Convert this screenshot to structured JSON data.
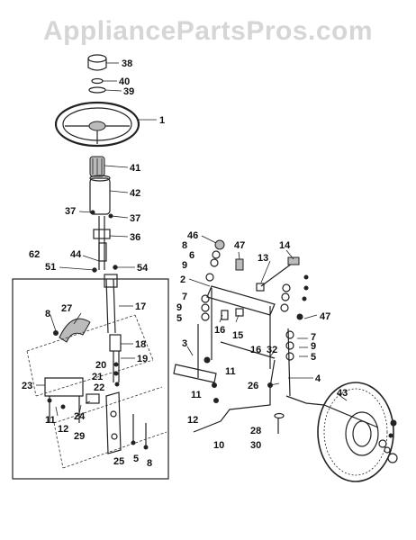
{
  "watermark": "AppliancePartsPros.com",
  "callouts": [
    {
      "id": "38",
      "text": "38"
    },
    {
      "id": "40",
      "text": "40"
    },
    {
      "id": "39",
      "text": "39"
    },
    {
      "id": "1",
      "text": "1"
    },
    {
      "id": "41",
      "text": "41"
    },
    {
      "id": "42",
      "text": "42"
    },
    {
      "id": "37a",
      "text": "37"
    },
    {
      "id": "37b",
      "text": "37"
    },
    {
      "id": "36",
      "text": "36"
    },
    {
      "id": "62",
      "text": "62"
    },
    {
      "id": "44",
      "text": "44"
    },
    {
      "id": "51",
      "text": "51"
    },
    {
      "id": "54",
      "text": "54"
    },
    {
      "id": "17",
      "text": "17"
    },
    {
      "id": "8a",
      "text": "8"
    },
    {
      "id": "27",
      "text": "27"
    },
    {
      "id": "18",
      "text": "18"
    },
    {
      "id": "19",
      "text": "19"
    },
    {
      "id": "20",
      "text": "20"
    },
    {
      "id": "21",
      "text": "21"
    },
    {
      "id": "22",
      "text": "22"
    },
    {
      "id": "23",
      "text": "23"
    },
    {
      "id": "11a",
      "text": "11"
    },
    {
      "id": "12a",
      "text": "12"
    },
    {
      "id": "24",
      "text": "24"
    },
    {
      "id": "29",
      "text": "29"
    },
    {
      "id": "25",
      "text": "25"
    },
    {
      "id": "5a",
      "text": "5"
    },
    {
      "id": "8b",
      "text": "8"
    },
    {
      "id": "46",
      "text": "46"
    },
    {
      "id": "8c",
      "text": "8"
    },
    {
      "id": "6",
      "text": "6"
    },
    {
      "id": "9a",
      "text": "9"
    },
    {
      "id": "47a",
      "text": "47"
    },
    {
      "id": "14",
      "text": "14"
    },
    {
      "id": "13",
      "text": "13"
    },
    {
      "id": "2",
      "text": "2"
    },
    {
      "id": "7a",
      "text": "7"
    },
    {
      "id": "9b",
      "text": "9"
    },
    {
      "id": "5b",
      "text": "5"
    },
    {
      "id": "16a",
      "text": "16"
    },
    {
      "id": "15",
      "text": "15"
    },
    {
      "id": "47b",
      "text": "47"
    },
    {
      "id": "3",
      "text": "3"
    },
    {
      "id": "16b",
      "text": "16"
    },
    {
      "id": "32",
      "text": "32"
    },
    {
      "id": "7b",
      "text": "7"
    },
    {
      "id": "9c",
      "text": "9"
    },
    {
      "id": "5c",
      "text": "5"
    },
    {
      "id": "11b",
      "text": "11"
    },
    {
      "id": "4",
      "text": "4"
    },
    {
      "id": "11c",
      "text": "11"
    },
    {
      "id": "12b",
      "text": "12"
    },
    {
      "id": "26",
      "text": "26"
    },
    {
      "id": "43",
      "text": "43"
    },
    {
      "id": "28",
      "text": "28"
    },
    {
      "id": "10",
      "text": "10"
    },
    {
      "id": "30",
      "text": "30"
    }
  ]
}
